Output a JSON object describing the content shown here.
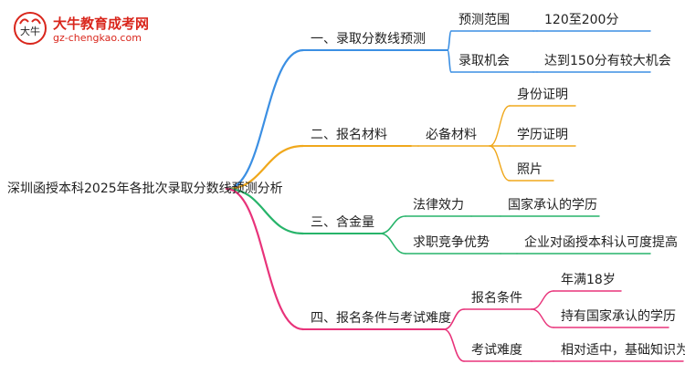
{
  "logo": {
    "name": "大牛教育成考网",
    "url": "gz-chengkao.com",
    "badge_text": "大牛"
  },
  "root": "深圳函授本科2025年各批次录取分数线预测分析",
  "colors": {
    "blue": "#3b8fe3",
    "orange": "#f0a81c",
    "green": "#27b46a",
    "pink": "#e8337a",
    "brand_red": "#d9261c"
  },
  "branches": [
    {
      "label": "一、录取分数线预测",
      "color": "blue",
      "children": [
        {
          "label": "预测范围",
          "children": [
            {
              "label": "120至200分"
            }
          ]
        },
        {
          "label": "录取机会",
          "children": [
            {
              "label": "达到150分有较大机会"
            }
          ]
        }
      ]
    },
    {
      "label": "二、报名材料",
      "color": "orange",
      "children": [
        {
          "label": "必备材料",
          "children": [
            {
              "label": "身份证明"
            },
            {
              "label": "学历证明"
            },
            {
              "label": "照片"
            }
          ]
        }
      ]
    },
    {
      "label": "三、含金量",
      "color": "green",
      "children": [
        {
          "label": "法律效力",
          "children": [
            {
              "label": "国家承认的学历"
            }
          ]
        },
        {
          "label": "求职竞争优势",
          "children": [
            {
              "label": "企业对函授本科认可度提高"
            }
          ]
        }
      ]
    },
    {
      "label": "四、报名条件与考试难度",
      "color": "pink",
      "children": [
        {
          "label": "报名条件",
          "children": [
            {
              "label": "年满18岁"
            },
            {
              "label": "持有国家承认的学历"
            }
          ]
        },
        {
          "label": "考试难度",
          "children": [
            {
              "label": "相对适中，基础知识为主"
            }
          ]
        }
      ]
    }
  ]
}
